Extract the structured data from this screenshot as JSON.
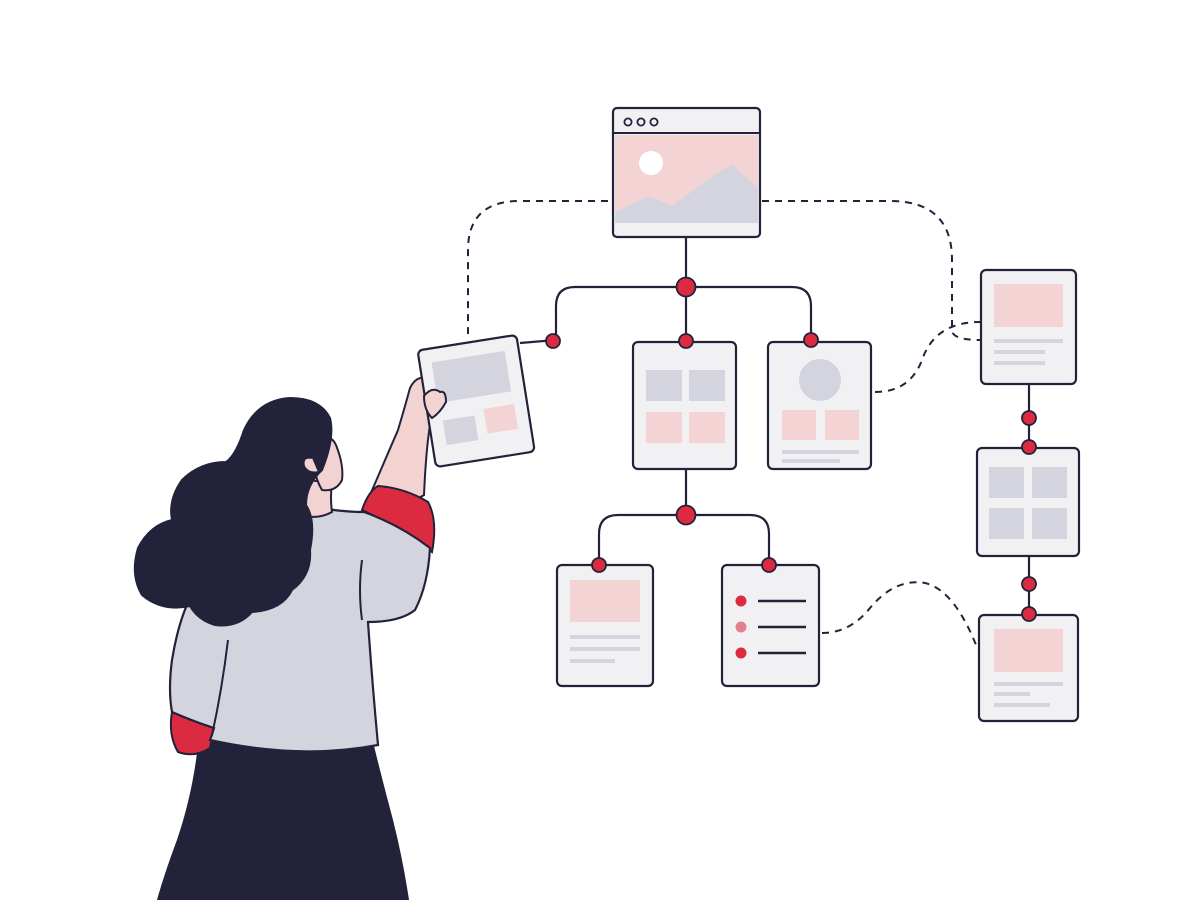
{
  "colors": {
    "background": "#ffffff",
    "outline": "#22233b",
    "accent": "#dc2a41",
    "pink": "#f4d3d4",
    "gray_block": "#d3d4dd",
    "card_fill": "#f1f1f4",
    "line_gray": "#d3d4dd",
    "shirt": "#d3d4dd",
    "skirt": "#22233b",
    "hair": "#22233b",
    "skin": "#f3d2d2"
  },
  "diagram": {
    "nodes": [
      {
        "id": "browser-home",
        "kind": "browser-window-with-image"
      },
      {
        "id": "grid-page",
        "kind": "card-grid"
      },
      {
        "id": "profile-page",
        "kind": "card-avatar"
      },
      {
        "id": "handheld-page",
        "kind": "card-handheld"
      },
      {
        "id": "article-page",
        "kind": "card-text"
      },
      {
        "id": "list-page",
        "kind": "card-list"
      },
      {
        "id": "side-top-page",
        "kind": "card-text"
      },
      {
        "id": "side-grid-page",
        "kind": "card-grid"
      },
      {
        "id": "side-bottom-page",
        "kind": "card-text"
      }
    ],
    "solid_links": [
      [
        "browser-home",
        "handheld-page"
      ],
      [
        "browser-home",
        "grid-page"
      ],
      [
        "browser-home",
        "profile-page"
      ],
      [
        "grid-page",
        "article-page"
      ],
      [
        "grid-page",
        "list-page"
      ],
      [
        "side-top-page",
        "side-grid-page"
      ],
      [
        "side-grid-page",
        "side-bottom-page"
      ]
    ],
    "dashed_links": [
      [
        "browser-home",
        "handheld-page"
      ],
      [
        "browser-home",
        "side-top-page"
      ],
      [
        "profile-page",
        "side-top-page"
      ],
      [
        "list-page",
        "side-bottom-page"
      ]
    ]
  },
  "figure": {
    "description_icon": "person-placing-page-icon"
  }
}
